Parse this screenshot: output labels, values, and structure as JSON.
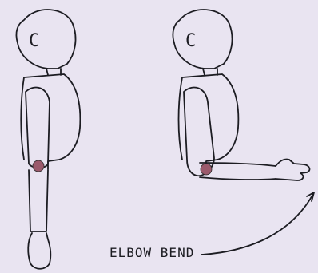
{
  "figure": {
    "left_head_mark": "C",
    "right_head_mark": "C",
    "caption": "ELBOW BEND",
    "colors": {
      "background": "#e9e4f1",
      "line": "#1c1c22",
      "joint_marker": "#9b5a6c"
    }
  }
}
